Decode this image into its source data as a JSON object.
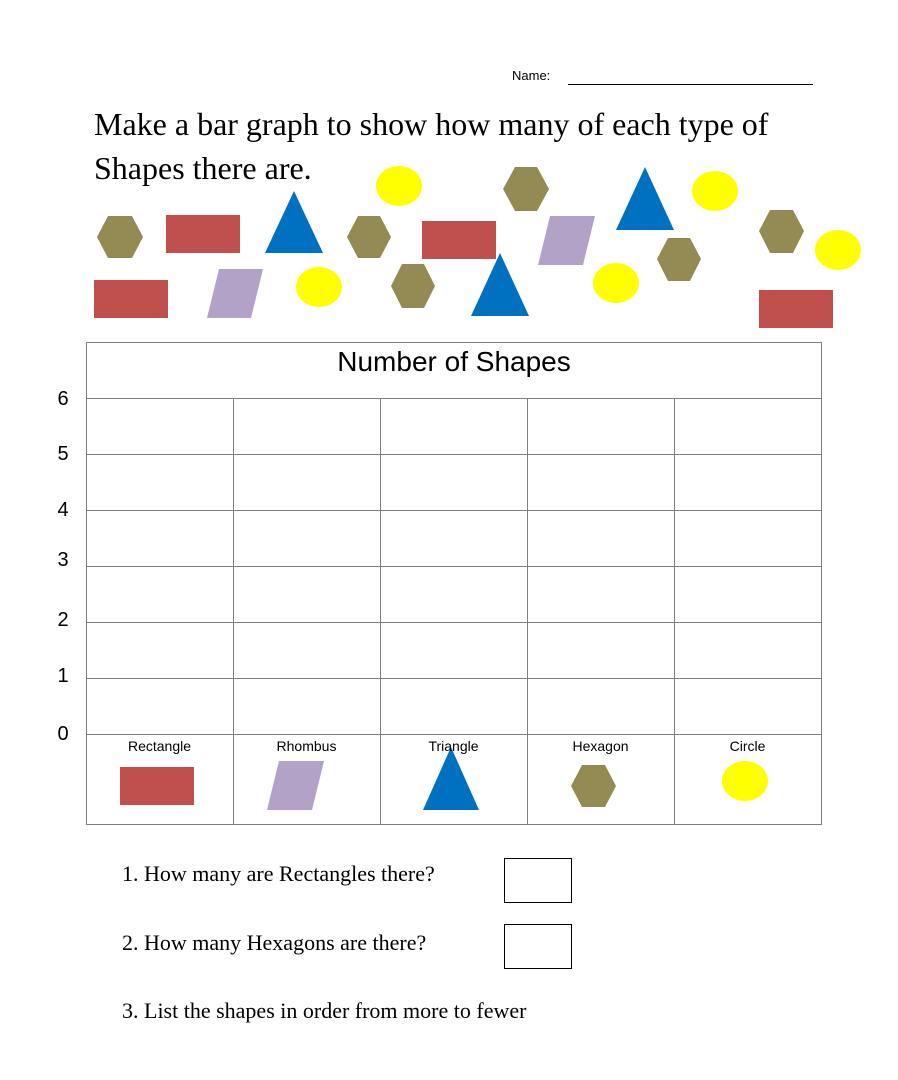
{
  "header": {
    "name_label": "Name:"
  },
  "instruction": "Make a bar graph to show how many of each type of Shapes there are.",
  "colors": {
    "rectangle": "#c0504d",
    "rhombus": "#b3a2c7",
    "triangle": "#0070c0",
    "hexagon": "#948a54",
    "circle": "#ffff00",
    "grid_line": "#808080"
  },
  "scattered_shapes": [
    "hexagon-icon",
    "rectangle-icon",
    "triangle-icon",
    "hexagon-icon",
    "rectangle-icon",
    "circle-icon",
    "hexagon-icon",
    "rhombus-icon",
    "triangle-icon",
    "circle-icon",
    "hexagon-icon",
    "circle-icon",
    "rectangle-icon",
    "rhombus-icon",
    "circle-icon",
    "hexagon-icon",
    "triangle-icon",
    "circle-icon",
    "hexagon-icon",
    "rectangle-icon"
  ],
  "chart_data": {
    "type": "bar",
    "title": "Number of Shapes",
    "categories": [
      "Rectangle",
      "Rhombus",
      "Triangle",
      "Hexagon",
      "Circle"
    ],
    "category_icons": [
      "rectangle-icon",
      "rhombus-icon",
      "triangle-icon",
      "hexagon-icon",
      "circle-icon"
    ],
    "y_ticks": [
      "6",
      "5",
      "4",
      "3",
      "2",
      "1",
      "0"
    ],
    "ylim": [
      0,
      6
    ],
    "grid": true,
    "values": []
  },
  "questions": [
    "1.  How many are Rectangles there?",
    "2.  How many Hexagons are there?",
    "3. List the shapes in order from more to fewer"
  ]
}
